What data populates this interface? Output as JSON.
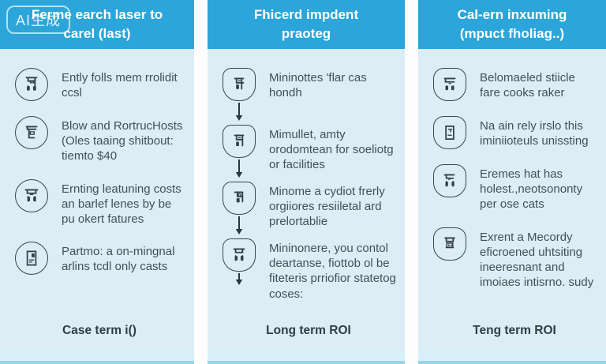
{
  "watermark": {
    "label": "AI生成"
  },
  "colors": {
    "header_blue": "#2ba5da",
    "body_blue": "#dcedf6",
    "strip_blue": "#d8f0fa",
    "strip_edge": "#9bd4e6",
    "text_dark": "#42505b",
    "header_text": "#ffffff"
  },
  "columns": [
    {
      "header": "Ferme earch laser to carel (last)",
      "items": [
        "Ently folls mem rrolidit ccsl",
        "Blow and RortrucHosts (Oles taaing shitbout: tiemto $40",
        "Ernting leatuning costs an barlef lenes by be pu okert fatures",
        "Partmo: a on-mingnal arlins tcdl only casts"
      ],
      "footer": "Case term i()"
    },
    {
      "header": "Fhicerd impdent praoteg",
      "items": [
        "Mininottes 'flar cas hondh",
        "Mimullet, amty orodomtean for soeliotg or facilities",
        "Minome a cydiot frerly orgiiores resiiletal ard prelortablie",
        "Mininonere, you contol deartanse, fiottob ol be fiteteris prriofior statetog coses:"
      ],
      "footer": "Long term ROI"
    },
    {
      "header": "Cal-ern inxuming (mpuct fholiag..)",
      "items": [
        "Belomaeled stiicle fare cooks raker",
        "Na ain rely irslo this iminiioteuls unissting",
        "Eremes hat has holest.,neotsononty per ose cats",
        "Exrent a Mecordy eficroened uhtsiting ineeresnant and imoiaes intisrno. sudy"
      ],
      "footer": "Teng term ROI"
    }
  ]
}
